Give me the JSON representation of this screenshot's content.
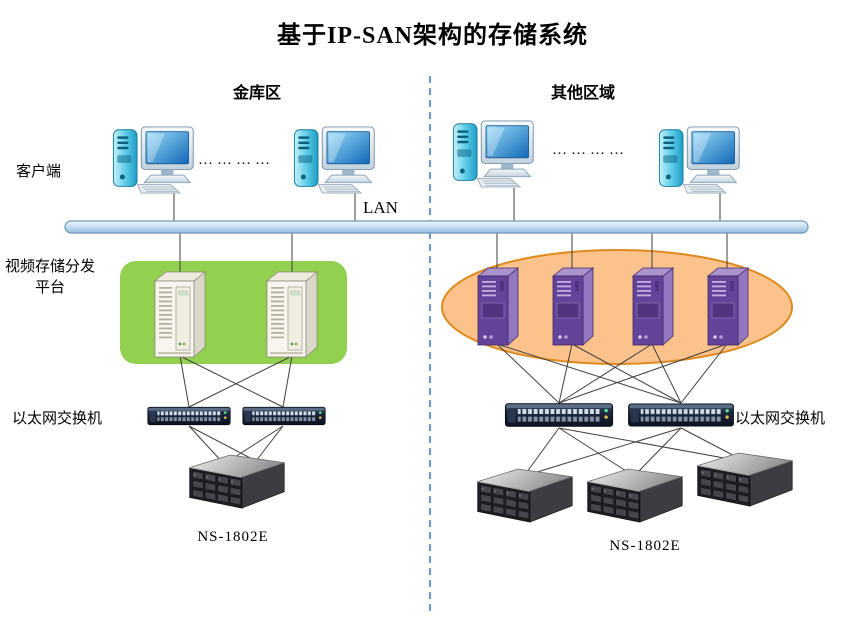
{
  "title": "基于IP-SAN架构的存储系统",
  "zones": {
    "vault": {
      "label": "金库区"
    },
    "other": {
      "label": "其他区域"
    }
  },
  "labels": {
    "client": "客户端",
    "lan": "LAN",
    "platform": "视频存储分发平台",
    "switch_left": "以太网交换机",
    "switch_right": "以太网交换机",
    "storage_left": "NS-1802E",
    "storage_right": "NS-1802E",
    "dots_left": "…………",
    "dots_right": "…………"
  },
  "icons": {
    "client_computer": "desktop-computer-icon",
    "video_server": "tower-server-icon",
    "zone_server": "purple-tower-server-icon",
    "ethernet_switch": "ethernet-switch-icon",
    "storage_array": "storage-array-icon"
  },
  "colors": {
    "green_zone": "#92d050",
    "orange_zone_fill": "#fbc28c",
    "orange_zone_border": "#df8a1f",
    "divider": "#4a7ebb",
    "wire": "#3f3f3f",
    "lan_border": "#6f98ba"
  }
}
